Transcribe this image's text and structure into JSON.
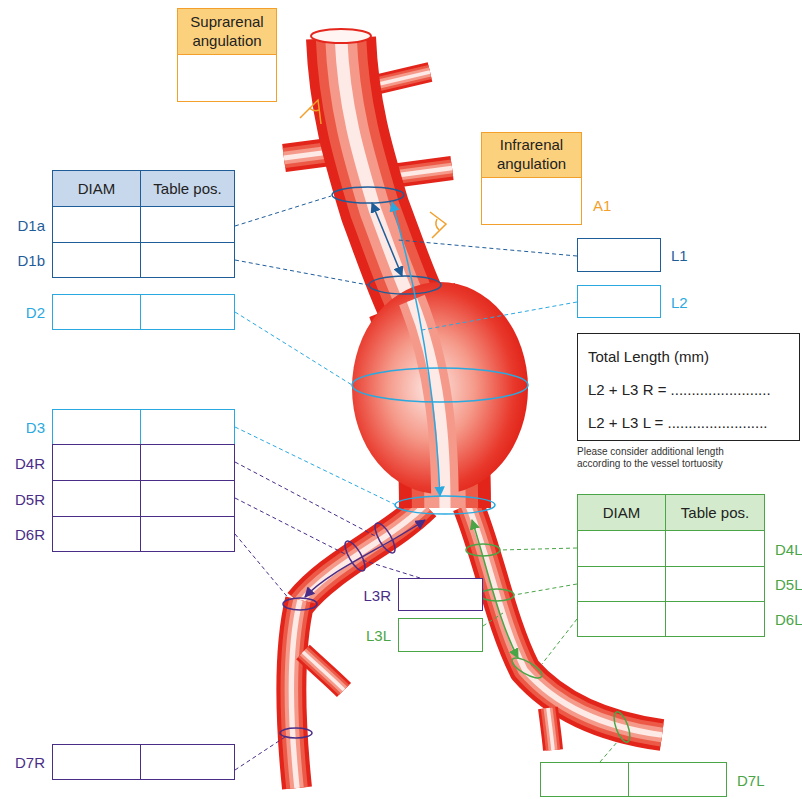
{
  "diagram": {
    "nodes": [
      {
        "text": [
          "Suprarenal angulation"
        ]
      },
      {
        "text": [
          "Infrarenal angulation",
          "A1"
        ]
      },
      {
        "text": [
          "D1a"
        ]
      },
      {
        "text": [
          "D1b"
        ]
      },
      {
        "text": [
          "L1"
        ]
      },
      {
        "text": [
          "L2"
        ]
      },
      {
        "text": [
          "D2"
        ]
      },
      {
        "text": [
          "Total Length (mm)",
          "L2 + L3 R = ........................",
          "L2 + L3 L = ........................"
        ]
      },
      {
        "text": [
          "D3"
        ]
      },
      {
        "text": [
          "D4R"
        ]
      },
      {
        "text": [
          "D5R"
        ]
      },
      {
        "text": [
          "D6R"
        ]
      },
      {
        "text": [
          "L3R"
        ]
      },
      {
        "text": [
          "L3L"
        ]
      },
      {
        "text": [
          "D4L"
        ]
      },
      {
        "text": [
          "D5L"
        ]
      },
      {
        "text": [
          "D6L"
        ]
      },
      {
        "text": [
          "D7R"
        ]
      },
      {
        "text": [
          "D7L"
        ]
      }
    ],
    "labels": [
      "DIAM",
      "Table pos.",
      "DIAM",
      "Table pos.",
      "Please consider additional length according to the vessel tortuosity"
    ]
  }
}
